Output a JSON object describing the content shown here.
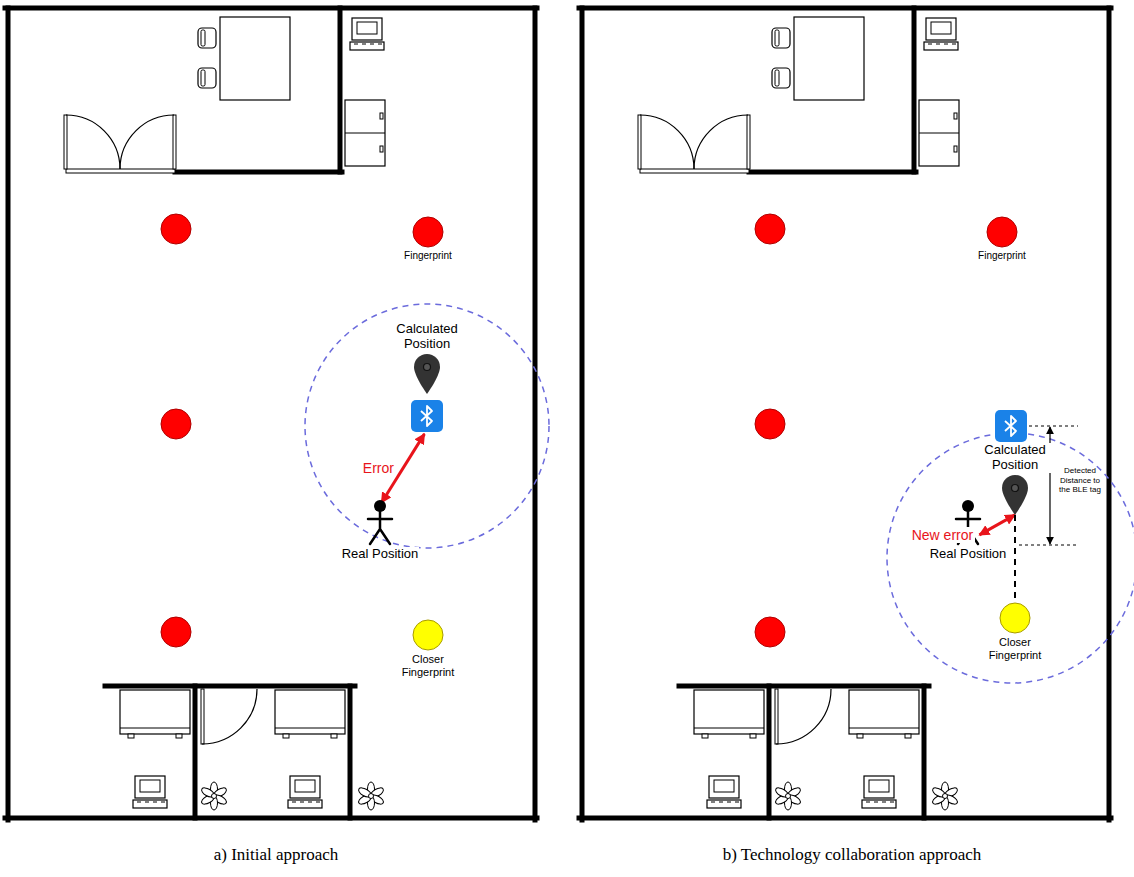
{
  "diagram": {
    "nodes": [
      {
        "text": [
          "Fingerprint"
        ]
      },
      {
        "text": [
          "Calculated Position"
        ]
      },
      {
        "text": [
          "Real Position"
        ]
      },
      {
        "text": [
          "Closer Fingerprint"
        ]
      },
      {
        "text": [
          "Fingerprint"
        ]
      },
      {
        "text": [
          "Calculated Position"
        ]
      },
      {
        "text": [
          "Real Position"
        ]
      },
      {
        "text": [
          "Closer Fingerprint"
        ]
      }
    ],
    "edges": [
      {
        "from": 1,
        "to": 2,
        "label": "Error",
        "arrow": "both"
      },
      {
        "from": 6,
        "to": 5,
        "label": "New error",
        "arrow": "both"
      },
      {
        "from": 5,
        "to": 7,
        "arrow": "none"
      }
    ],
    "labels": [
      "Detected Distance to the BLE tag",
      "a) Initial approach",
      "b) Technology collaboration approach"
    ]
  }
}
